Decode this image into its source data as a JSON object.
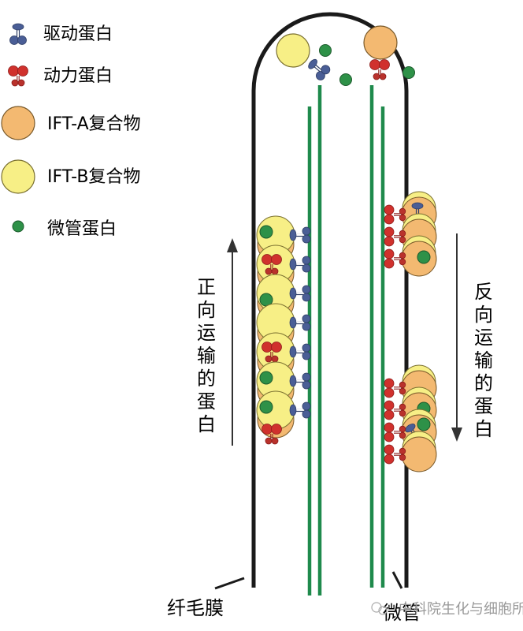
{
  "legend": [
    {
      "key": "kinesin",
      "label": "驱动蛋白",
      "icon": "kinesin-motor-icon"
    },
    {
      "key": "dynein",
      "label": "动力蛋白",
      "icon": "dynein-motor-icon"
    },
    {
      "key": "ifta",
      "label": "IFT-A复合物",
      "icon": "ift-a-complex-icon"
    },
    {
      "key": "iftb",
      "label": "IFT-B复合物",
      "icon": "ift-b-complex-icon"
    },
    {
      "key": "tubulin",
      "label": "微管蛋白",
      "icon": "tubulin-icon"
    }
  ],
  "labels": {
    "anterograde": "正向运输的蛋白",
    "retrograde": "反向运输的蛋白",
    "membrane": "纤毛膜",
    "microtubule": "微管"
  },
  "watermark": "中科院生化与细胞所",
  "colors": {
    "kinesin": "#4a5e96",
    "dynein": "#d0312d",
    "ifta": "#f3b971",
    "iftb": "#f7ef86",
    "tubulin": "#2e9148",
    "microtubule": "#1f8a4c",
    "membrane": "#1a1a1a"
  },
  "anterograde_train": {
    "units": [
      "tubulin",
      "dynein",
      "tubulin-low",
      "plain",
      "dynein",
      "tubulin",
      "tubulin"
    ]
  },
  "retrograde_trains": [
    {
      "units": [
        "kinesin",
        "plain",
        "tubulin"
      ]
    },
    {
      "units": [
        "plain",
        "tubulin",
        "tubulin-kinesin",
        "plain"
      ]
    }
  ]
}
